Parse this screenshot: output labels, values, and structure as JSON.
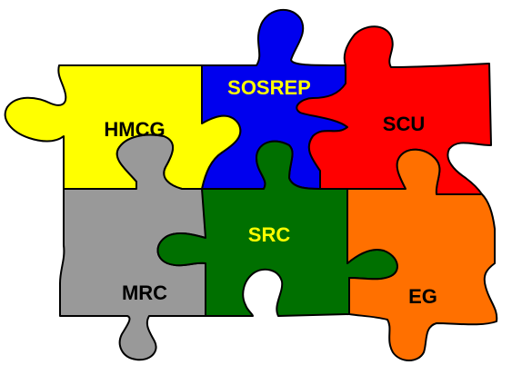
{
  "puzzle": {
    "pieces": [
      {
        "id": "sosrep",
        "label": "SOSREP",
        "color": "#0000ee",
        "text_color": "#ffff00"
      },
      {
        "id": "hmcg",
        "label": "HMCG",
        "color": "#ffff00",
        "text_color": "#000000"
      },
      {
        "id": "scu",
        "label": "SCU",
        "color": "#ff0000",
        "text_color": "#000000"
      },
      {
        "id": "mrc",
        "label": "MRC",
        "color": "#999999",
        "text_color": "#000000"
      },
      {
        "id": "src",
        "label": "SRC",
        "color": "#007000",
        "text_color": "#ffff00"
      },
      {
        "id": "eg",
        "label": "EG",
        "color": "#ff7000",
        "text_color": "#000000"
      }
    ]
  }
}
